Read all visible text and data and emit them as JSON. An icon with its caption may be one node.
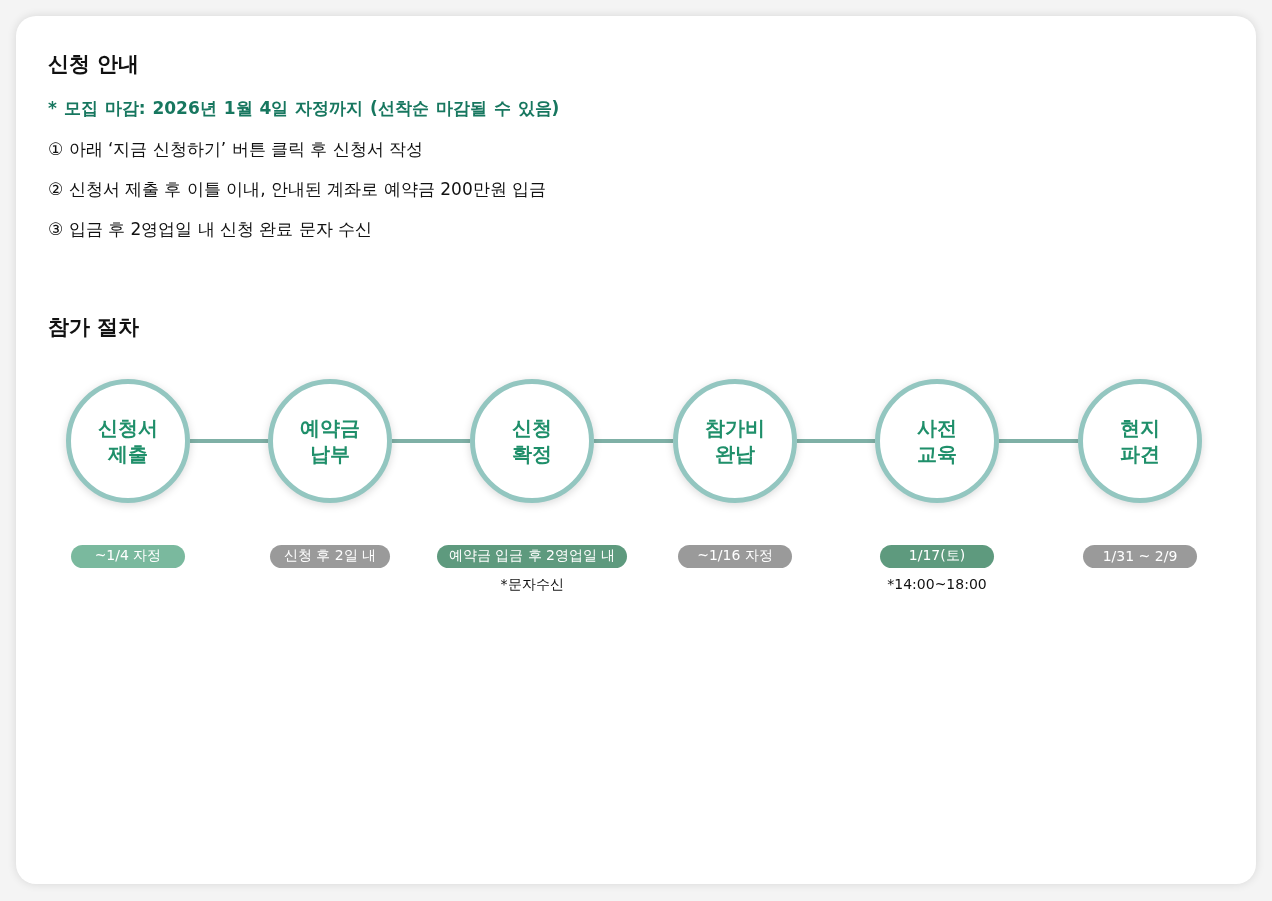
{
  "diagram": {
    "nodes": [
      {
        "text": [
          "신청서 제출"
        ]
      },
      {
        "text": [
          "예약금 납부"
        ]
      },
      {
        "text": [
          "신청 확정"
        ]
      },
      {
        "text": [
          "참가비 완납"
        ]
      },
      {
        "text": [
          "사전 교육"
        ]
      },
      {
        "text": [
          "현지 파견"
        ]
      },
      {
        "text": [
          "~1/4 자정"
        ]
      },
      {
        "text": [
          "신청 후 2일 내"
        ]
      },
      {
        "text": [
          "예약금 입금 후 2영업일 내"
        ],
        "beside": [
          "*문자수신"
        ]
      },
      {
        "text": [
          "~1/16 자정"
        ]
      },
      {
        "text": [
          "1/17(토)"
        ],
        "beside": [
          "*14:00~18:00"
        ]
      },
      {
        "text": [
          "1/31 ~ 2/9"
        ]
      }
    ],
    "edges": [
      {
        "from": 0,
        "to": 1,
        "arrow": "none"
      },
      {
        "from": 1,
        "to": 2,
        "arrow": "none"
      },
      {
        "from": 2,
        "to": 3,
        "arrow": "none"
      },
      {
        "from": 3,
        "to": 4,
        "arrow": "none"
      },
      {
        "from": 4,
        "to": 5,
        "arrow": "none"
      }
    ],
    "labels": [
      "신청 안내",
      "* 모집 마감: 2026년 1월 4일 자정까지 (선착순 마감될 수 있음)",
      "① 아래 ‘지금 신청하기’ 버튼 클릭 후 신청서 작성",
      "② 신청서 제출 후 이틀 이내, 안내된 계좌로 예약금 200만원 입금",
      "③ 입금 후 2영업일 내 신청 완료 문자 수신",
      "참가 절차"
    ]
  }
}
